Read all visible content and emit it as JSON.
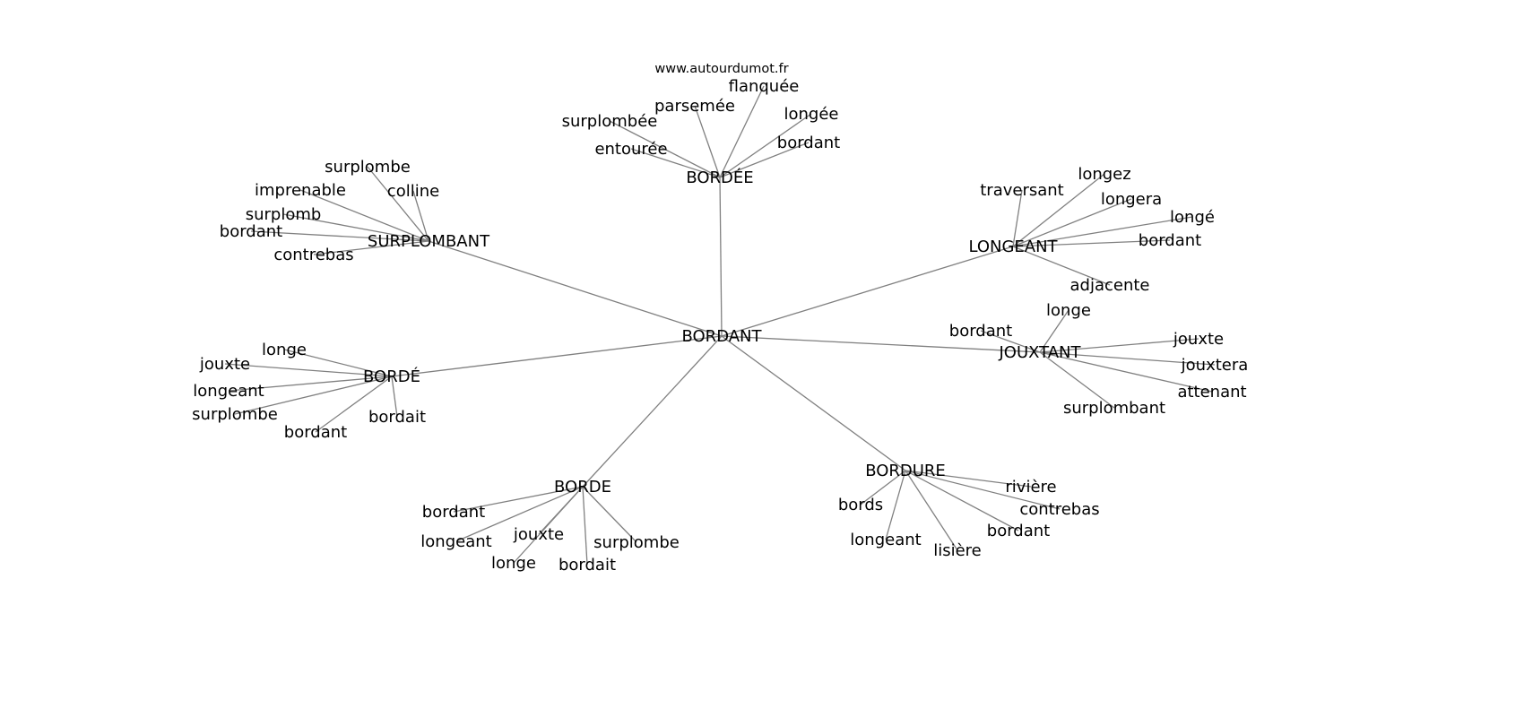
{
  "site": "www.autourdumot.fr",
  "edge_color": "#808080",
  "graph": {
    "center": "BORDANT",
    "hubs": [
      {
        "label": "BORDÉE",
        "leaves": [
          "surplombée",
          "parsemée",
          "flanquée",
          "longée",
          "entourée",
          "bordant"
        ]
      },
      {
        "label": "SURPLOMBANT",
        "leaves": [
          "surplombe",
          "imprenable",
          "colline",
          "surplomb",
          "bordant",
          "contrebas"
        ]
      },
      {
        "label": "LONGEANT",
        "leaves": [
          "traversant",
          "longez",
          "longera",
          "longé",
          "bordant",
          "adjacente"
        ]
      },
      {
        "label": "JOUXTANT",
        "leaves": [
          "longe",
          "bordant",
          "jouxte",
          "jouxtera",
          "attenant",
          "surplombant"
        ]
      },
      {
        "label": "BORDÉ",
        "leaves": [
          "longe",
          "jouxte",
          "longeant",
          "surplombe",
          "bordant",
          "bordait"
        ]
      },
      {
        "label": "BORDE",
        "leaves": [
          "bordant",
          "longeant",
          "jouxte",
          "longe",
          "bordait",
          "surplombe"
        ]
      },
      {
        "label": "BORDURE",
        "leaves": [
          "rivière",
          "bords",
          "contrebas",
          "longeant",
          "bordant",
          "lisière"
        ]
      }
    ]
  }
}
